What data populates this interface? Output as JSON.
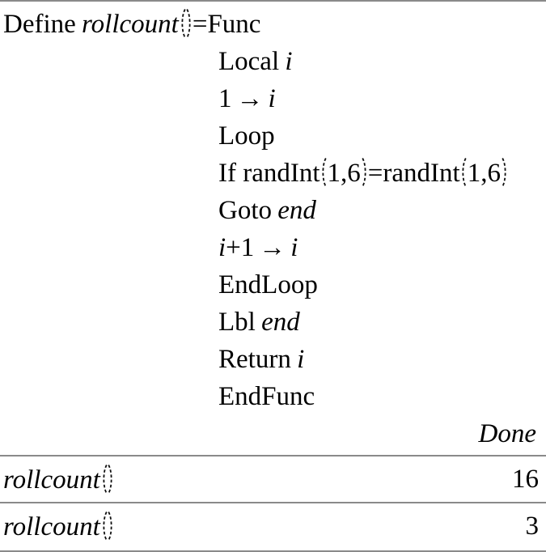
{
  "colors": {
    "background": "#ffffff",
    "text": "#000000",
    "separator": "#8a8a8a"
  },
  "program": {
    "define_kw": "Define",
    "func_name": "rollcount",
    "equals_sign": "=",
    "func_kw": "Func",
    "body": {
      "local_kw": "Local",
      "local_var": "i",
      "init_val": "1",
      "init_arrow": "→",
      "init_var": "i",
      "loop_kw": "Loop",
      "if_pre": "If randInt",
      "if_args1": "1,6",
      "if_mid": "=randInt",
      "if_args2": "1,6",
      "goto_kw": "Goto",
      "goto_label": "end",
      "incr_var": "i",
      "incr_op": "+1",
      "incr_arrow": "→",
      "incr_target": "i",
      "endloop_kw": "EndLoop",
      "lbl_kw": "Lbl",
      "lbl_label": "end",
      "return_kw": "Return",
      "return_var": "i",
      "endfunc_kw": "EndFunc"
    },
    "result": "Done"
  },
  "evaluations": [
    {
      "expression": "rollcount",
      "result": "16"
    },
    {
      "expression": "rollcount",
      "result": "3"
    }
  ]
}
